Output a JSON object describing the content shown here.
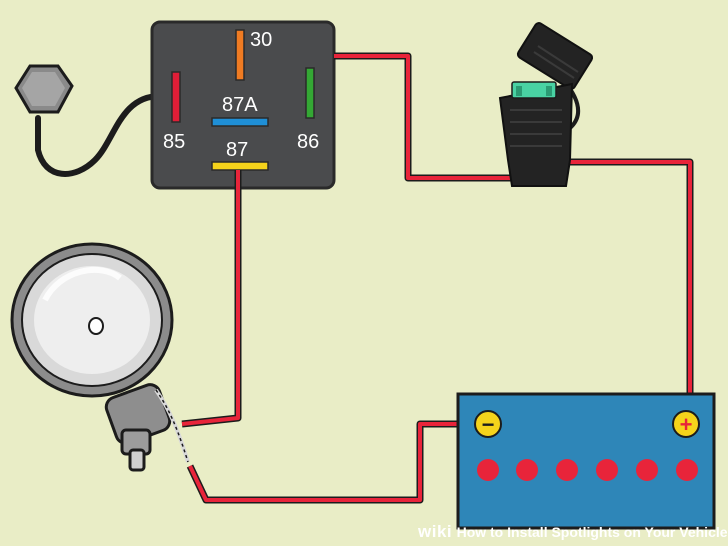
{
  "relay": {
    "pins": {
      "p30": "30",
      "p85": "85",
      "p87a": "87A",
      "p86": "86",
      "p87": "87"
    }
  },
  "battery": {
    "negative_symbol": "−",
    "positive_symbol": "+"
  },
  "watermark": {
    "brand": "wiki",
    "title": "How to Install Spotlights on Your Vehicle"
  },
  "colors": {
    "background": "#e9edc6",
    "relay_body": "#4a4b4d",
    "wire_red": "#e8243a",
    "battery_blue": "#2e86b8",
    "pin_30": "#f07b22",
    "pin_85": "#e01e37",
    "pin_86": "#34a834",
    "pin_87a": "#1f8fd6",
    "pin_87": "#f5d31b",
    "terminal": "#f5d31b",
    "cell_dot": "#e8243a"
  }
}
